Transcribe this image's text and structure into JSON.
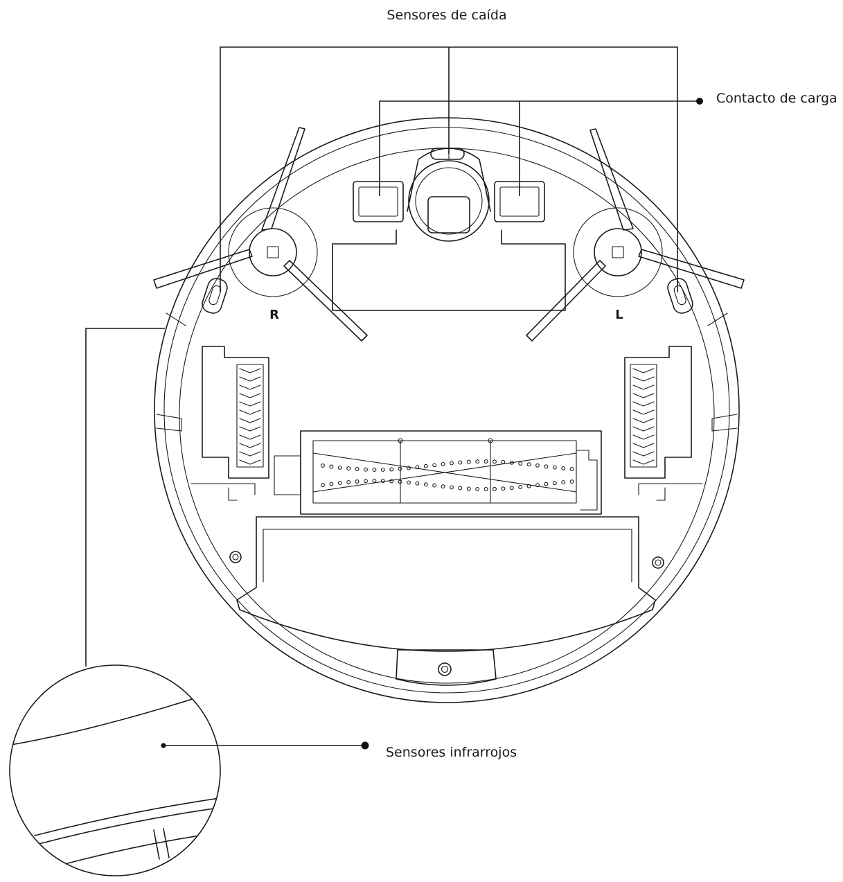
{
  "labels": {
    "cliff_sensors": "Sensores de caída",
    "charging_contacts": "Contacto de carga",
    "infrared_sensors": "Sensores infrarrojos"
  },
  "brush_marks": {
    "right": "R",
    "left": "L"
  }
}
